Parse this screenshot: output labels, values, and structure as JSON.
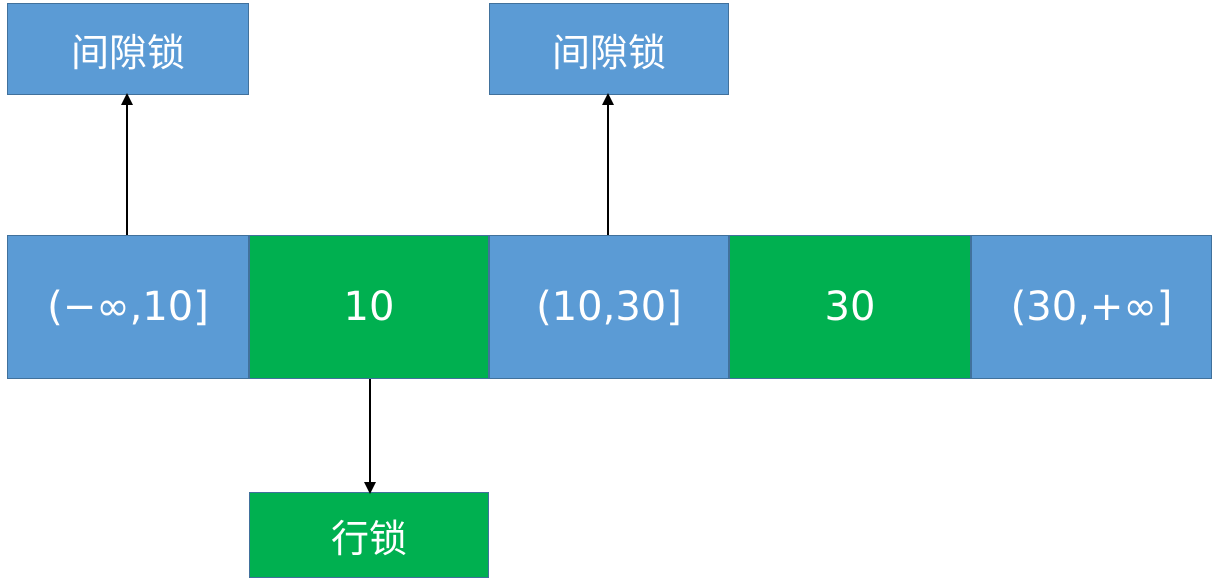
{
  "labels": {
    "gap_lock_left": "间隙锁",
    "gap_lock_mid": "间隙锁",
    "row_lock": "行锁"
  },
  "segments": [
    {
      "text": "(−∞,10]",
      "kind": "gap"
    },
    {
      "text": "10",
      "kind": "record"
    },
    {
      "text": "(10,30]",
      "kind": "gap"
    },
    {
      "text": "30",
      "kind": "record"
    },
    {
      "text": "(30,+∞]",
      "kind": "gap"
    }
  ],
  "colors": {
    "gap": "#5b9bd5",
    "record": "#00b050",
    "border": "#41719c",
    "arrow": "#000000"
  }
}
